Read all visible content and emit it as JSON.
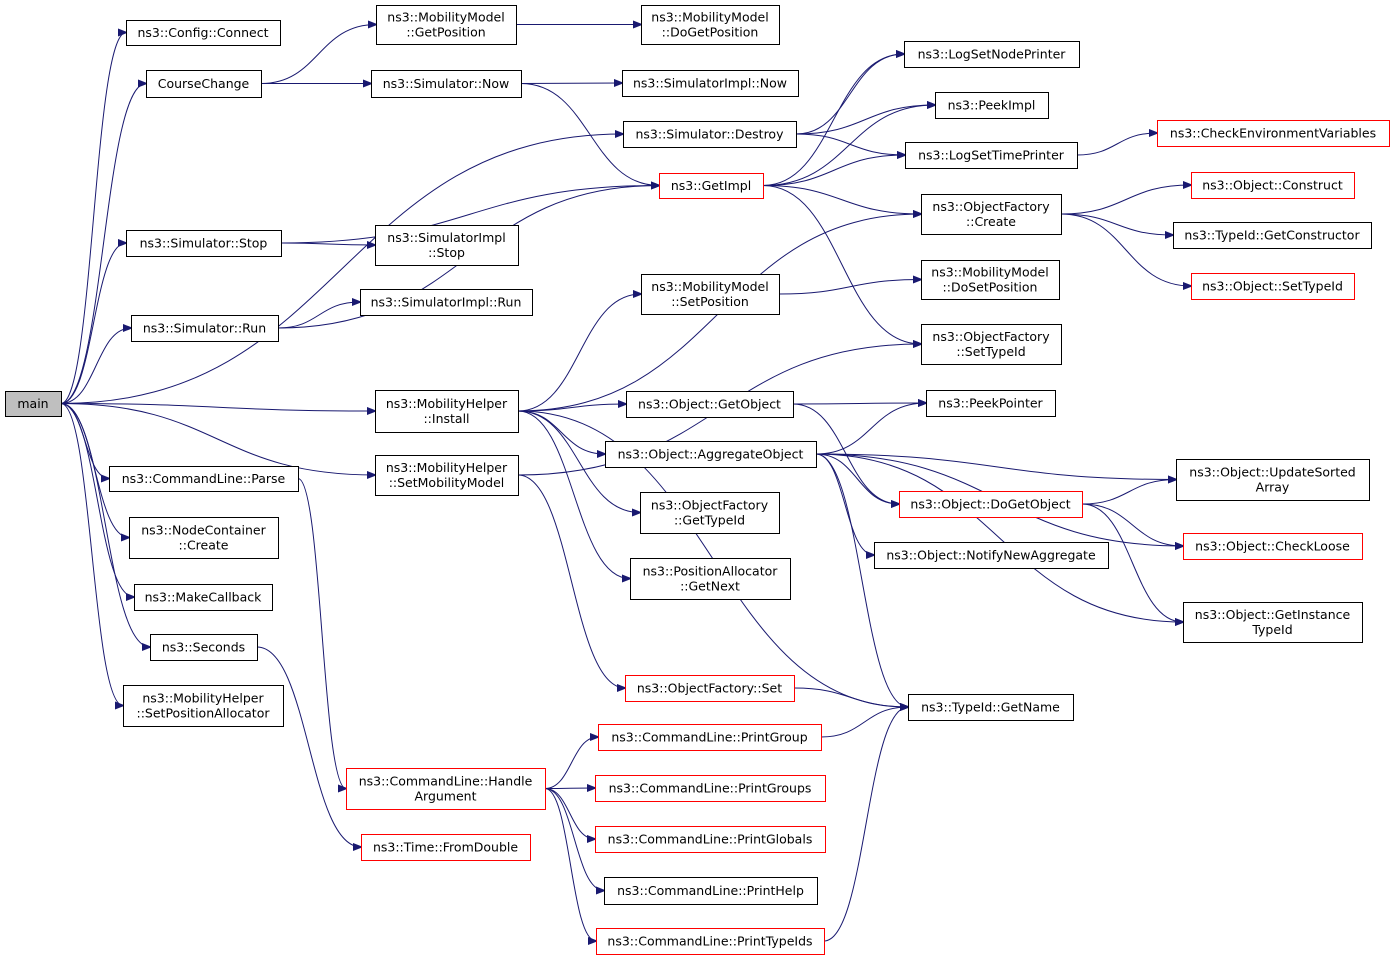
{
  "diagram": {
    "type": "call-graph",
    "edge_color": "#191970",
    "node_border_default": "#000000",
    "node_border_external": "#ff0000",
    "root_fill": "#bfbfbf",
    "nodes": [
      {
        "id": "main",
        "lines": [
          "main"
        ],
        "style": "root"
      },
      {
        "id": "config_connect",
        "lines": [
          "ns3::Config::Connect"
        ],
        "style": "normal"
      },
      {
        "id": "course_change",
        "lines": [
          "CourseChange"
        ],
        "style": "normal"
      },
      {
        "id": "sim_stop",
        "lines": [
          "ns3::Simulator::Stop"
        ],
        "style": "normal"
      },
      {
        "id": "sim_run",
        "lines": [
          "ns3::Simulator::Run"
        ],
        "style": "normal"
      },
      {
        "id": "cl_parse",
        "lines": [
          "ns3::CommandLine::Parse"
        ],
        "style": "normal"
      },
      {
        "id": "nc_create",
        "lines": [
          "ns3::NodeContainer",
          "::Create"
        ],
        "style": "normal"
      },
      {
        "id": "make_callback",
        "lines": [
          "ns3::MakeCallback"
        ],
        "style": "normal"
      },
      {
        "id": "seconds",
        "lines": [
          "ns3::Seconds"
        ],
        "style": "normal"
      },
      {
        "id": "mh_setposalloc",
        "lines": [
          "ns3::MobilityHelper",
          "::SetPositionAllocator"
        ],
        "style": "normal"
      },
      {
        "id": "mm_getpos",
        "lines": [
          "ns3::MobilityModel",
          "::GetPosition"
        ],
        "style": "normal"
      },
      {
        "id": "sim_now",
        "lines": [
          "ns3::Simulator::Now"
        ],
        "style": "normal"
      },
      {
        "id": "simimpl_stop",
        "lines": [
          "ns3::SimulatorImpl",
          "::Stop"
        ],
        "style": "normal"
      },
      {
        "id": "simimpl_run",
        "lines": [
          "ns3::SimulatorImpl::Run"
        ],
        "style": "normal"
      },
      {
        "id": "mh_install",
        "lines": [
          "ns3::MobilityHelper",
          "::Install"
        ],
        "style": "normal"
      },
      {
        "id": "mh_setmm",
        "lines": [
          "ns3::MobilityHelper",
          "::SetMobilityModel"
        ],
        "style": "normal"
      },
      {
        "id": "cl_handlearg",
        "lines": [
          "ns3::CommandLine::Handle",
          "Argument"
        ],
        "style": "external"
      },
      {
        "id": "time_fromdouble",
        "lines": [
          "ns3::Time::FromDouble"
        ],
        "style": "external"
      },
      {
        "id": "mm_dogetpos",
        "lines": [
          "ns3::MobilityModel",
          "::DoGetPosition"
        ],
        "style": "normal"
      },
      {
        "id": "simimpl_now",
        "lines": [
          "ns3::SimulatorImpl::Now"
        ],
        "style": "normal"
      },
      {
        "id": "sim_destroy",
        "lines": [
          "ns3::Simulator::Destroy"
        ],
        "style": "normal"
      },
      {
        "id": "getimpl",
        "lines": [
          "ns3::GetImpl"
        ],
        "style": "external"
      },
      {
        "id": "mm_setpos",
        "lines": [
          "ns3::MobilityModel",
          "::SetPosition"
        ],
        "style": "normal"
      },
      {
        "id": "obj_getobject",
        "lines": [
          "ns3::Object::GetObject"
        ],
        "style": "normal"
      },
      {
        "id": "obj_aggregate",
        "lines": [
          "ns3::Object::AggregateObject"
        ],
        "style": "normal"
      },
      {
        "id": "of_gettypeid",
        "lines": [
          "ns3::ObjectFactory",
          "::GetTypeId"
        ],
        "style": "normal"
      },
      {
        "id": "pa_getnext",
        "lines": [
          "ns3::PositionAllocator",
          "::GetNext"
        ],
        "style": "normal"
      },
      {
        "id": "of_set",
        "lines": [
          "ns3::ObjectFactory::Set"
        ],
        "style": "external"
      },
      {
        "id": "cl_printgroup",
        "lines": [
          "ns3::CommandLine::PrintGroup"
        ],
        "style": "external"
      },
      {
        "id": "cl_printgroups",
        "lines": [
          "ns3::CommandLine::PrintGroups"
        ],
        "style": "external"
      },
      {
        "id": "cl_printglobals",
        "lines": [
          "ns3::CommandLine::PrintGlobals"
        ],
        "style": "external"
      },
      {
        "id": "cl_printhelp",
        "lines": [
          "ns3::CommandLine::PrintHelp"
        ],
        "style": "normal"
      },
      {
        "id": "cl_printtypeids",
        "lines": [
          "ns3::CommandLine::PrintTypeIds"
        ],
        "style": "external"
      },
      {
        "id": "log_nodeprinter",
        "lines": [
          "ns3::LogSetNodePrinter"
        ],
        "style": "normal"
      },
      {
        "id": "peekimpl",
        "lines": [
          "ns3::PeekImpl"
        ],
        "style": "normal"
      },
      {
        "id": "log_timeprinter",
        "lines": [
          "ns3::LogSetTimePrinter"
        ],
        "style": "normal"
      },
      {
        "id": "of_create",
        "lines": [
          "ns3::ObjectFactory",
          "::Create"
        ],
        "style": "normal"
      },
      {
        "id": "mm_dosetpos",
        "lines": [
          "ns3::MobilityModel",
          "::DoSetPosition"
        ],
        "style": "normal"
      },
      {
        "id": "of_settypeid",
        "lines": [
          "ns3::ObjectFactory",
          "::SetTypeId"
        ],
        "style": "normal"
      },
      {
        "id": "peekpointer",
        "lines": [
          "ns3::PeekPointer"
        ],
        "style": "normal"
      },
      {
        "id": "obj_dogetobject",
        "lines": [
          "ns3::Object::DoGetObject"
        ],
        "style": "external"
      },
      {
        "id": "obj_notifynewagg",
        "lines": [
          "ns3::Object::NotifyNewAggregate"
        ],
        "style": "normal"
      },
      {
        "id": "typeid_getname",
        "lines": [
          "ns3::TypeId::GetName"
        ],
        "style": "normal"
      },
      {
        "id": "check_env",
        "lines": [
          "ns3::CheckEnvironmentVariables"
        ],
        "style": "external"
      },
      {
        "id": "obj_construct",
        "lines": [
          "ns3::Object::Construct"
        ],
        "style": "external"
      },
      {
        "id": "typeid_getctor",
        "lines": [
          "ns3::TypeId::GetConstructor"
        ],
        "style": "normal"
      },
      {
        "id": "obj_settypeid",
        "lines": [
          "ns3::Object::SetTypeId"
        ],
        "style": "external"
      },
      {
        "id": "obj_updatesorted",
        "lines": [
          "ns3::Object::UpdateSorted",
          "Array"
        ],
        "style": "normal"
      },
      {
        "id": "obj_checkloose",
        "lines": [
          "ns3::Object::CheckLoose"
        ],
        "style": "external"
      },
      {
        "id": "obj_getinsttypeid",
        "lines": [
          "ns3::Object::GetInstance",
          "TypeId"
        ],
        "style": "normal"
      }
    ],
    "edges": [
      [
        "main",
        "config_connect"
      ],
      [
        "main",
        "course_change"
      ],
      [
        "main",
        "sim_destroy"
      ],
      [
        "main",
        "sim_stop"
      ],
      [
        "main",
        "sim_run"
      ],
      [
        "main",
        "mh_install"
      ],
      [
        "main",
        "mh_setmm"
      ],
      [
        "main",
        "cl_parse"
      ],
      [
        "main",
        "nc_create"
      ],
      [
        "main",
        "make_callback"
      ],
      [
        "main",
        "seconds"
      ],
      [
        "main",
        "mh_setposalloc"
      ],
      [
        "course_change",
        "mm_getpos"
      ],
      [
        "course_change",
        "sim_now"
      ],
      [
        "mm_getpos",
        "mm_dogetpos"
      ],
      [
        "sim_now",
        "simimpl_now"
      ],
      [
        "sim_now",
        "getimpl"
      ],
      [
        "sim_destroy",
        "log_nodeprinter"
      ],
      [
        "sim_destroy",
        "peekimpl"
      ],
      [
        "sim_destroy",
        "log_timeprinter"
      ],
      [
        "getimpl",
        "log_nodeprinter"
      ],
      [
        "getimpl",
        "peekimpl"
      ],
      [
        "getimpl",
        "log_timeprinter"
      ],
      [
        "getimpl",
        "of_create"
      ],
      [
        "getimpl",
        "of_settypeid"
      ],
      [
        "log_timeprinter",
        "check_env"
      ],
      [
        "of_create",
        "obj_construct"
      ],
      [
        "of_create",
        "typeid_getctor"
      ],
      [
        "of_create",
        "obj_settypeid"
      ],
      [
        "sim_stop",
        "simimpl_stop"
      ],
      [
        "sim_stop",
        "getimpl"
      ],
      [
        "sim_run",
        "simimpl_run"
      ],
      [
        "sim_run",
        "getimpl"
      ],
      [
        "mh_install",
        "mm_setpos"
      ],
      [
        "mh_install",
        "of_create"
      ],
      [
        "mh_install",
        "obj_getobject"
      ],
      [
        "mh_install",
        "obj_aggregate"
      ],
      [
        "mh_install",
        "of_gettypeid"
      ],
      [
        "mh_install",
        "pa_getnext"
      ],
      [
        "mh_install",
        "typeid_getname"
      ],
      [
        "mm_setpos",
        "mm_dosetpos"
      ],
      [
        "obj_getobject",
        "peekpointer"
      ],
      [
        "obj_getobject",
        "obj_dogetobject"
      ],
      [
        "obj_aggregate",
        "peekpointer"
      ],
      [
        "obj_aggregate",
        "obj_updatesorted"
      ],
      [
        "obj_aggregate",
        "obj_dogetobject"
      ],
      [
        "obj_aggregate",
        "obj_notifynewagg"
      ],
      [
        "obj_aggregate",
        "obj_checkloose"
      ],
      [
        "obj_aggregate",
        "obj_getinsttypeid"
      ],
      [
        "obj_aggregate",
        "typeid_getname"
      ],
      [
        "obj_dogetobject",
        "obj_updatesorted"
      ],
      [
        "obj_dogetobject",
        "obj_checkloose"
      ],
      [
        "obj_dogetobject",
        "obj_getinsttypeid"
      ],
      [
        "mh_setmm",
        "of_settypeid"
      ],
      [
        "mh_setmm",
        "of_set"
      ],
      [
        "of_set",
        "typeid_getname"
      ],
      [
        "cl_parse",
        "cl_handlearg"
      ],
      [
        "cl_handlearg",
        "cl_printgroup"
      ],
      [
        "cl_handlearg",
        "cl_printgroups"
      ],
      [
        "cl_handlearg",
        "cl_printglobals"
      ],
      [
        "cl_handlearg",
        "cl_printhelp"
      ],
      [
        "cl_handlearg",
        "cl_printtypeids"
      ],
      [
        "cl_printgroup",
        "typeid_getname"
      ],
      [
        "cl_printtypeids",
        "typeid_getname"
      ],
      [
        "seconds",
        "time_fromdouble"
      ]
    ]
  }
}
